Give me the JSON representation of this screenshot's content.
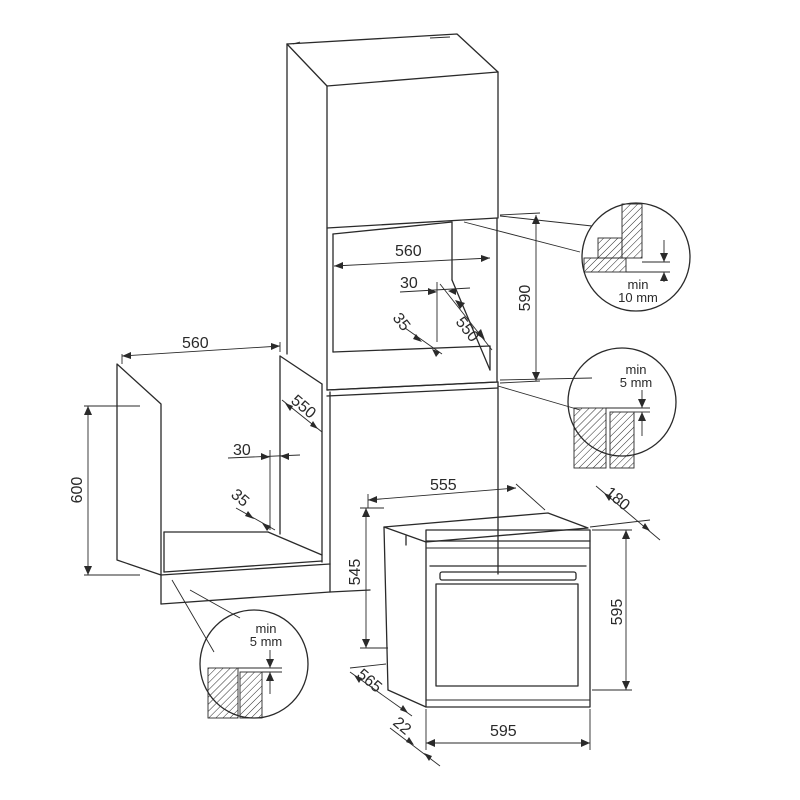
{
  "dimensions": {
    "upper_niche_width": "560",
    "upper_niche_height": "590",
    "upper_niche_depth": "550",
    "upper_gap_30": "30",
    "upper_gap_35": "35",
    "lower_niche_width": "560",
    "lower_niche_height": "600",
    "lower_niche_depth": "550",
    "lower_gap_30": "30",
    "lower_gap_35": "35",
    "oven_body_width": "555",
    "oven_door_depth": "180",
    "oven_body_height": "545",
    "oven_front_height": "595",
    "oven_front_width": "595",
    "oven_depth": "565",
    "oven_panel_thickness": "22"
  },
  "details": {
    "top_detail": {
      "line1": "min",
      "line2": "10 mm"
    },
    "middle_detail": {
      "line1": "min",
      "line2": "5 mm"
    },
    "bottom_detail": {
      "line1": "min",
      "line2": "5 mm"
    }
  }
}
